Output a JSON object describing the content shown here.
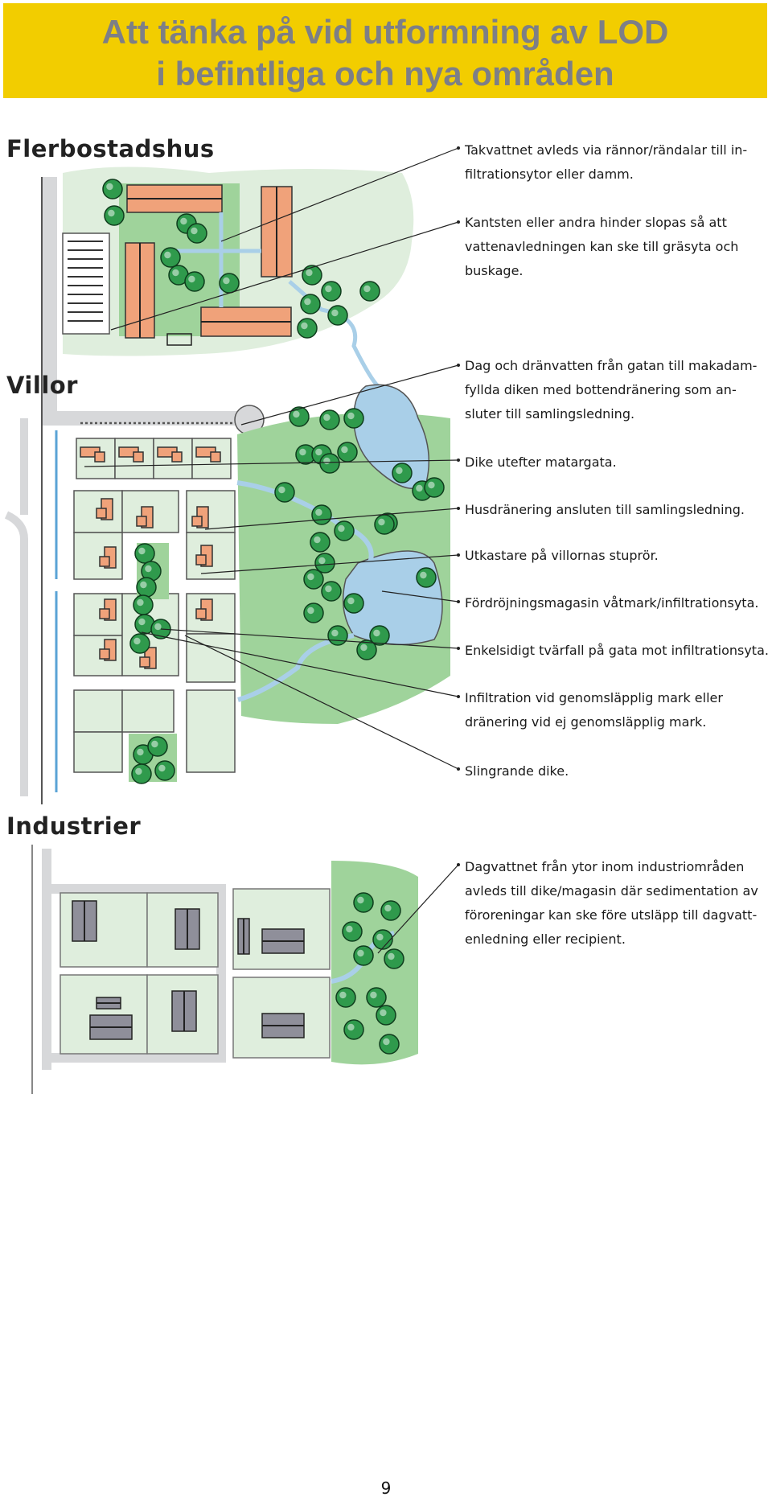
{
  "title": {
    "line1": "Att tänka på vid utformning av LOD",
    "line2": "i befintliga och nya områden"
  },
  "sections": {
    "flerbostadshus": "Flerbostadshus",
    "villor": "Villor",
    "industrier": "Industrier"
  },
  "annotations": [
    {
      "id": "takvatten",
      "text": "Takvattnet avleds via rännor/rändalar till in-\nfiltrationsytor eller damm."
    },
    {
      "id": "kantsten",
      "text": "Kantsten eller andra hinder slopas så att\nvattenavledningen kan ske till gräsyta och\nbuskage."
    },
    {
      "id": "dagvatten-gata",
      "text": "Dag och dränvatten från gatan till makadam-\nfyllda diken med bottendränering som an-\nsluter till samlingsledning."
    },
    {
      "id": "dike-matargata",
      "text": "Dike utefter matargata."
    },
    {
      "id": "husdranering",
      "text": "Husdränering ansluten till samlingsledning."
    },
    {
      "id": "utkastare",
      "text": "Utkastare på villornas stuprör."
    },
    {
      "id": "fordrojning",
      "text": "Fördröjningsmagasin våtmark/infiltrationsyta."
    },
    {
      "id": "tvarfall",
      "text": "Enkelsidigt tvärfall på gata mot infiltrationsyta."
    },
    {
      "id": "infiltration",
      "text": "Infiltration vid genomsläpplig mark eller\ndränering vid ej genomsläpplig mark."
    },
    {
      "id": "slingrande",
      "text": "Slingrande dike."
    },
    {
      "id": "industri-dagvatten",
      "text": "Dagvattnet från ytor inom industriområden\navleds till dike/magasin där sedimentation av\nföroreningar kan ske före utsläpp till dagvatt-\nenledning eller recipient."
    }
  ],
  "page_number": "9",
  "colors": {
    "banner": "#f2cd00",
    "title_text": "#7d7f86",
    "grass": "#dfeedd",
    "park": "#9fd39b",
    "tree": "#2f9a4c",
    "water": "#a9cfe8",
    "house_roof": "#f0a27a",
    "industry_roof": "#8f8f9a",
    "road": "#d7d8da"
  }
}
